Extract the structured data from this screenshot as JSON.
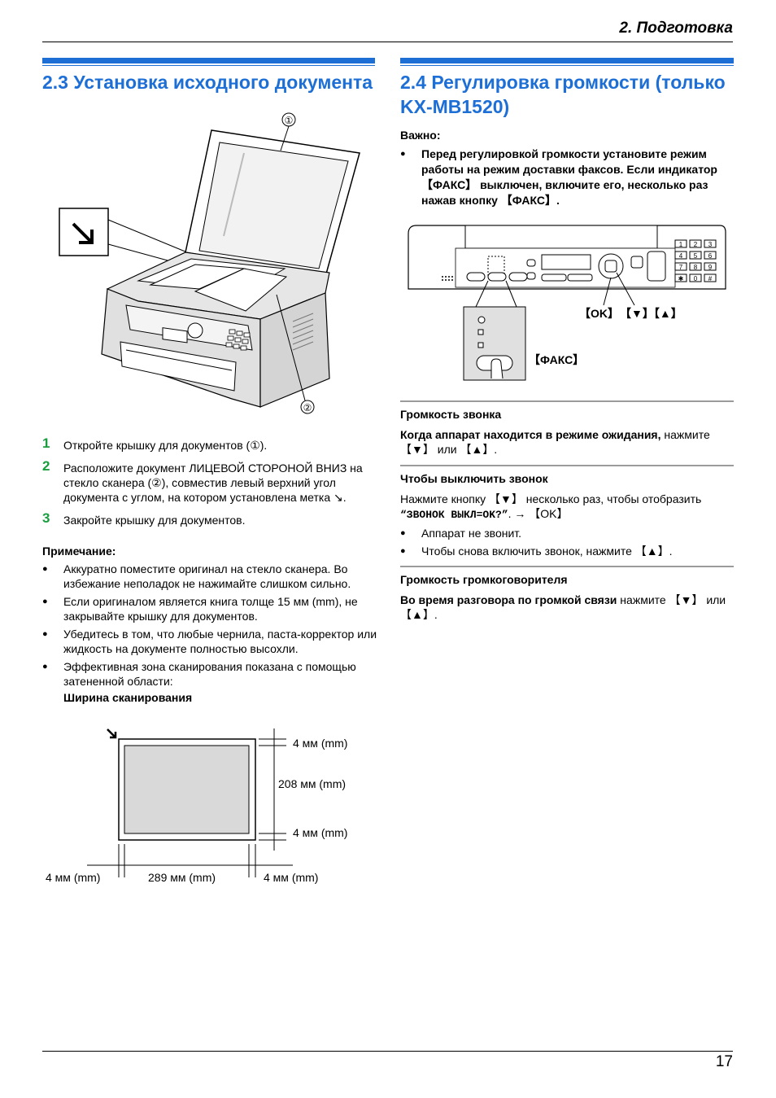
{
  "header": {
    "chapter": "2. Подготовка"
  },
  "footer": {
    "page": "17"
  },
  "left": {
    "title": "2.3 Установка исходного документа",
    "callout1": "①",
    "callout2": "②",
    "steps": [
      {
        "num": "1",
        "text": "Откройте крышку для документов (①)."
      },
      {
        "num": "2",
        "text": "Расположите документ ЛИЦЕВОЙ СТОРОНОЙ ВНИЗ на стекло сканера (②), совместив левый верхний угол документа с углом, на котором установлена метка ↘."
      },
      {
        "num": "3",
        "text": "Закройте крышку для документов."
      }
    ],
    "note_heading": "Примечание:",
    "notes": [
      "Аккуратно поместите оригинал на стекло сканера. Во избежание неполадок не нажимайте слишком сильно.",
      "Если оригиналом является книга толще 15 мм (mm), не закрывайте крышку для документов.",
      "Убедитесь в том, что любые чернила, паста-корректор или жидкость на документе полностью высохли.",
      "Эффективная зона сканирования показана с помощью затененной области:"
    ],
    "scan_width_label": "Ширина сканирования",
    "dims": {
      "top": "4 мм (mm)",
      "height": "208 мм (mm)",
      "bottom": "4 мм (mm)",
      "left": "4 мм (mm)",
      "width": "289 мм (mm)",
      "right": "4 мм (mm)"
    }
  },
  "right": {
    "title_line1": "2.4 Регулировка громкости (только",
    "title_line2": "KX-MB1520)",
    "important_label": "Важно:",
    "important_text": "Перед регулировкой громкости установите режим работы на режим доставки факсов. Если индикатор 【ФАКС】 выключен, включите его, несколько раз нажав кнопку 【ФАКС】.",
    "panel_labels": {
      "ok": "【OK】",
      "arrows": "【▼】【▲】",
      "fax": "【ФАКС】"
    },
    "keypad": [
      "1",
      "2",
      "3",
      "4",
      "5",
      "6",
      "7",
      "8",
      "9",
      "✱",
      "0",
      "#"
    ],
    "ring": {
      "heading": "Громкость звонка",
      "bold": "Когда аппарат находится в режиме ожидания,",
      "rest": " нажмите 【▼】 или 【▲】."
    },
    "ring_off": {
      "heading": "Чтобы выключить звонок",
      "text_before": "Нажмите кнопку 【▼】 несколько раз, чтобы отобразить",
      "lcd": "“ЗВОНОК ВЫКЛ=OK?”",
      "text_after": ". → 【OK】",
      "bullets": [
        "Аппарат не звонит.",
        "Чтобы снова включить звонок, нажмите 【▲】."
      ]
    },
    "speaker": {
      "heading": "Громкость громкоговорителя",
      "bold": "Во время разговора по громкой связи",
      "rest": " нажмите 【▼】 или 【▲】."
    }
  }
}
